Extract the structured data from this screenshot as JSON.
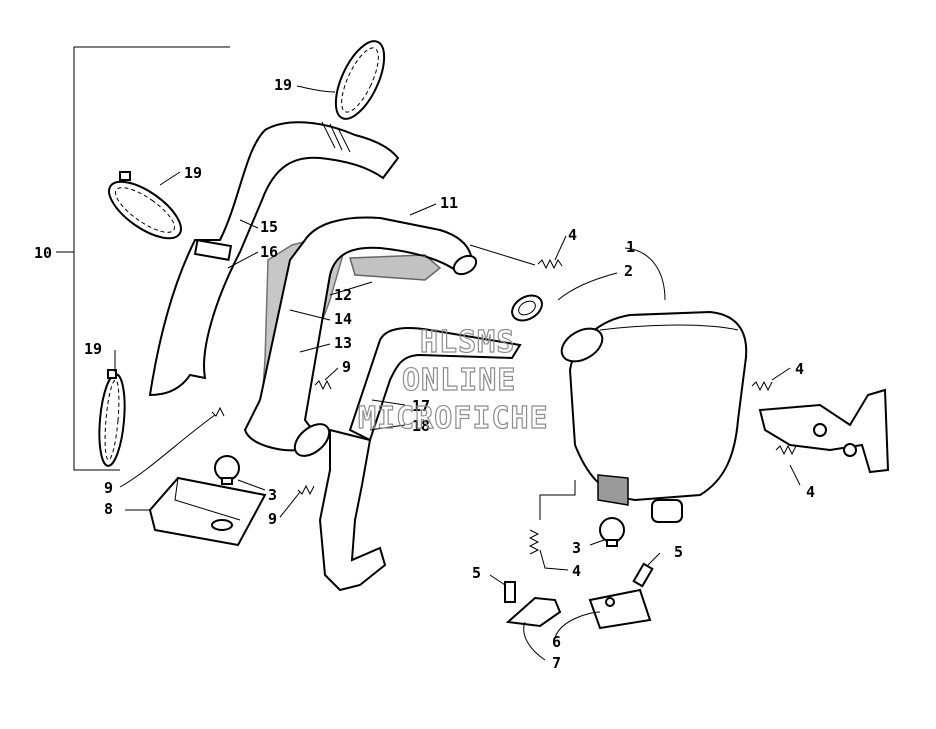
{
  "watermark": {
    "lines": [
      "HLSMS",
      "ONLINE",
      "MICROFICHE"
    ],
    "color": "#8c8c8c"
  },
  "callouts": [
    {
      "id": "c10",
      "label": "10"
    },
    {
      "id": "c19a",
      "label": "19"
    },
    {
      "id": "c19b",
      "label": "19"
    },
    {
      "id": "c19c",
      "label": "19"
    },
    {
      "id": "c15",
      "label": "15"
    },
    {
      "id": "c16",
      "label": "16"
    },
    {
      "id": "c11",
      "label": "11"
    },
    {
      "id": "c12",
      "label": "12"
    },
    {
      "id": "c14",
      "label": "14"
    },
    {
      "id": "c13",
      "label": "13"
    },
    {
      "id": "c9a",
      "label": "9"
    },
    {
      "id": "c9b",
      "label": "9"
    },
    {
      "id": "c9c",
      "label": "9"
    },
    {
      "id": "c8",
      "label": "8"
    },
    {
      "id": "c3a",
      "label": "3"
    },
    {
      "id": "c3b",
      "label": "3"
    },
    {
      "id": "c17",
      "label": "17"
    },
    {
      "id": "c18",
      "label": "18"
    },
    {
      "id": "c4a",
      "label": "4"
    },
    {
      "id": "c4b",
      "label": "4"
    },
    {
      "id": "c4c",
      "label": "4"
    },
    {
      "id": "c4d",
      "label": "4"
    },
    {
      "id": "c1",
      "label": "1"
    },
    {
      "id": "c2",
      "label": "2"
    },
    {
      "id": "c5a",
      "label": "5"
    },
    {
      "id": "c5b",
      "label": "5"
    },
    {
      "id": "c6",
      "label": "6"
    },
    {
      "id": "c7",
      "label": "7"
    }
  ]
}
